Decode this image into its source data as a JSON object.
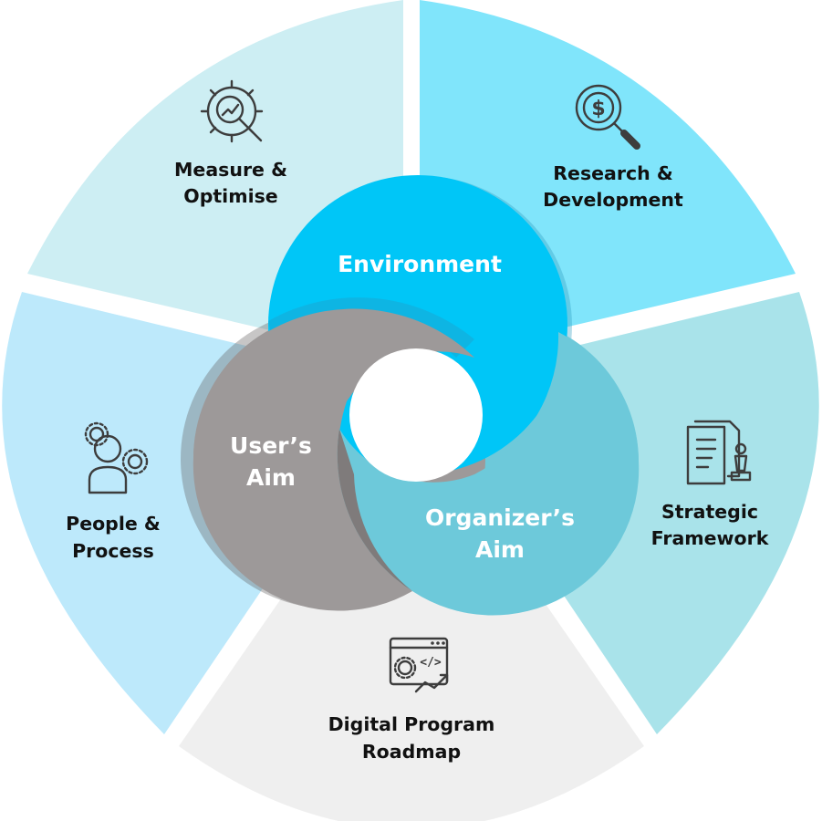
{
  "segments": [
    {
      "label_lines": [
        "Measure &",
        "Optimise"
      ],
      "icon": "gear-magnifier-chart-icon",
      "color": "#cdeef3"
    },
    {
      "label_lines": [
        "Research &",
        "Development"
      ],
      "icon": "dollar-search-icon",
      "color": "#80e5fb"
    },
    {
      "label_lines": [
        "Strategic",
        "Framework"
      ],
      "icon": "document-chess-icon",
      "color": "#a9e3ea"
    },
    {
      "label_lines": [
        "Digital Program",
        "Roadmap"
      ],
      "icon": "browser-code-gear-icon",
      "color": "#efefef"
    },
    {
      "label_lines": [
        "People &",
        "Process"
      ],
      "icon": "person-gears-icon",
      "color": "#bde9fb"
    }
  ],
  "rings": [
    {
      "label_lines": [
        "Environment"
      ],
      "color": "#00c6f7"
    },
    {
      "label_lines": [
        "User’s",
        "Aim"
      ],
      "color": "#9d9999"
    },
    {
      "label_lines": [
        "Organizer’s",
        "Aim"
      ],
      "color": "#6dc9da"
    }
  ]
}
